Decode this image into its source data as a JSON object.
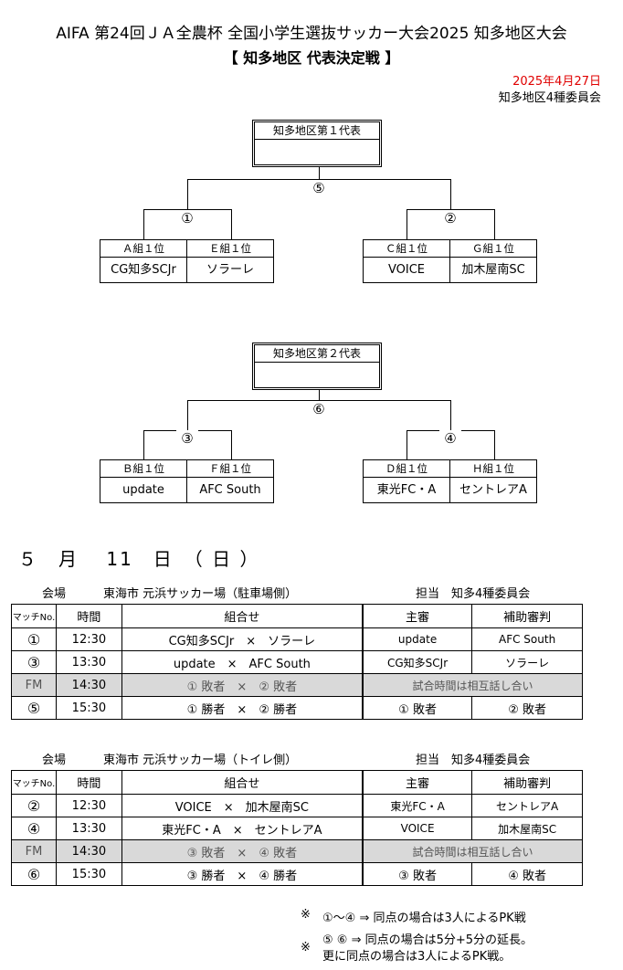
{
  "header": {
    "title": "AIFA 第24回ＪＡ全農杯 全国小学生選抜サッカー大会2025 知多地区大会",
    "subtitle": "【 知多地区 代表決定戦 】",
    "date": "2025年4月27日",
    "organizer": "知多地区4種委員会",
    "date_color": "#e00000"
  },
  "brackets": [
    {
      "rep_title": "知多地区第１代表",
      "final_mark": "⑤",
      "left": {
        "mark": "①",
        "teams": [
          {
            "group": "Ａ組１位",
            "name": "CG知多SCJr"
          },
          {
            "group": "Ｅ組１位",
            "name": "ソラーレ"
          }
        ]
      },
      "right": {
        "mark": "②",
        "teams": [
          {
            "group": "Ｃ組１位",
            "name": "VOICE"
          },
          {
            "group": "Ｇ組１位",
            "name": "加木屋南SC"
          }
        ]
      }
    },
    {
      "rep_title": "知多地区第２代表",
      "final_mark": "⑥",
      "left": {
        "mark": "③",
        "teams": [
          {
            "group": "Ｂ組１位",
            "name": "update"
          },
          {
            "group": "Ｆ組１位",
            "name": "AFC South"
          }
        ]
      },
      "right": {
        "mark": "④",
        "teams": [
          {
            "group": "Ｄ組１位",
            "name": "東光FC・A"
          },
          {
            "group": "Ｈ組１位",
            "name": "セントレアA"
          }
        ]
      }
    }
  ],
  "day": "５　月　 11　日　（ 日 ）",
  "schedule_headers": {
    "match_no": "マッチNo.",
    "time": "時間",
    "pairing": "組合せ",
    "referee": "主審",
    "assistant": "補助審判"
  },
  "venues": [
    {
      "venue_label": "会場",
      "venue_name": "東海市 元浜サッカー場（駐車場側）",
      "charge": "担当　知多4種委員会",
      "rows": [
        {
          "no": "①",
          "time": "12:30",
          "pairing": "CG知多SCJr　×　ソラーレ",
          "referee": "update",
          "assistant": "AFC South",
          "fm": false
        },
        {
          "no": "③",
          "time": "13:30",
          "pairing": "update　×　AFC South",
          "referee": "CG知多SCJr",
          "assistant": "ソラーレ",
          "fm": false
        },
        {
          "no": "FM",
          "time": "14:30",
          "pairing": "① 敗者　×　② 敗者",
          "referee": "試合時間は相互話し合い",
          "assistant": "",
          "fm": true
        },
        {
          "no": "⑤",
          "time": "15:30",
          "pairing": "① 勝者　×　② 勝者",
          "referee": "① 敗者",
          "assistant": "② 敗者",
          "fm": false
        }
      ]
    },
    {
      "venue_label": "会場",
      "venue_name": "東海市 元浜サッカー場（トイレ側）",
      "charge": "担当　知多4種委員会",
      "rows": [
        {
          "no": "②",
          "time": "12:30",
          "pairing": "VOICE　×　加木屋南SC",
          "referee": "東光FC・A",
          "assistant": "セントレアA",
          "fm": false
        },
        {
          "no": "④",
          "time": "13:30",
          "pairing": "東光FC・A　×　セントレアA",
          "referee": "VOICE",
          "assistant": "加木屋南SC",
          "fm": false
        },
        {
          "no": "FM",
          "time": "14:30",
          "pairing": "③ 敗者　×　④ 敗者",
          "referee": "試合時間は相互話し合い",
          "assistant": "",
          "fm": true
        },
        {
          "no": "⑥",
          "time": "15:30",
          "pairing": "③ 勝者　×　④ 勝者",
          "referee": "③ 敗者",
          "assistant": "④ 敗者",
          "fm": false
        }
      ]
    }
  ],
  "notes": {
    "mark": "※",
    "note1": "①～④ ⇒ 同点の場合は3人によるPK戦",
    "note2_line1": "⑤ ⑥ ⇒ 同点の場合は5分+5分の延長。",
    "note2_line2": "更に同点の場合は3人によるPK戦。"
  }
}
